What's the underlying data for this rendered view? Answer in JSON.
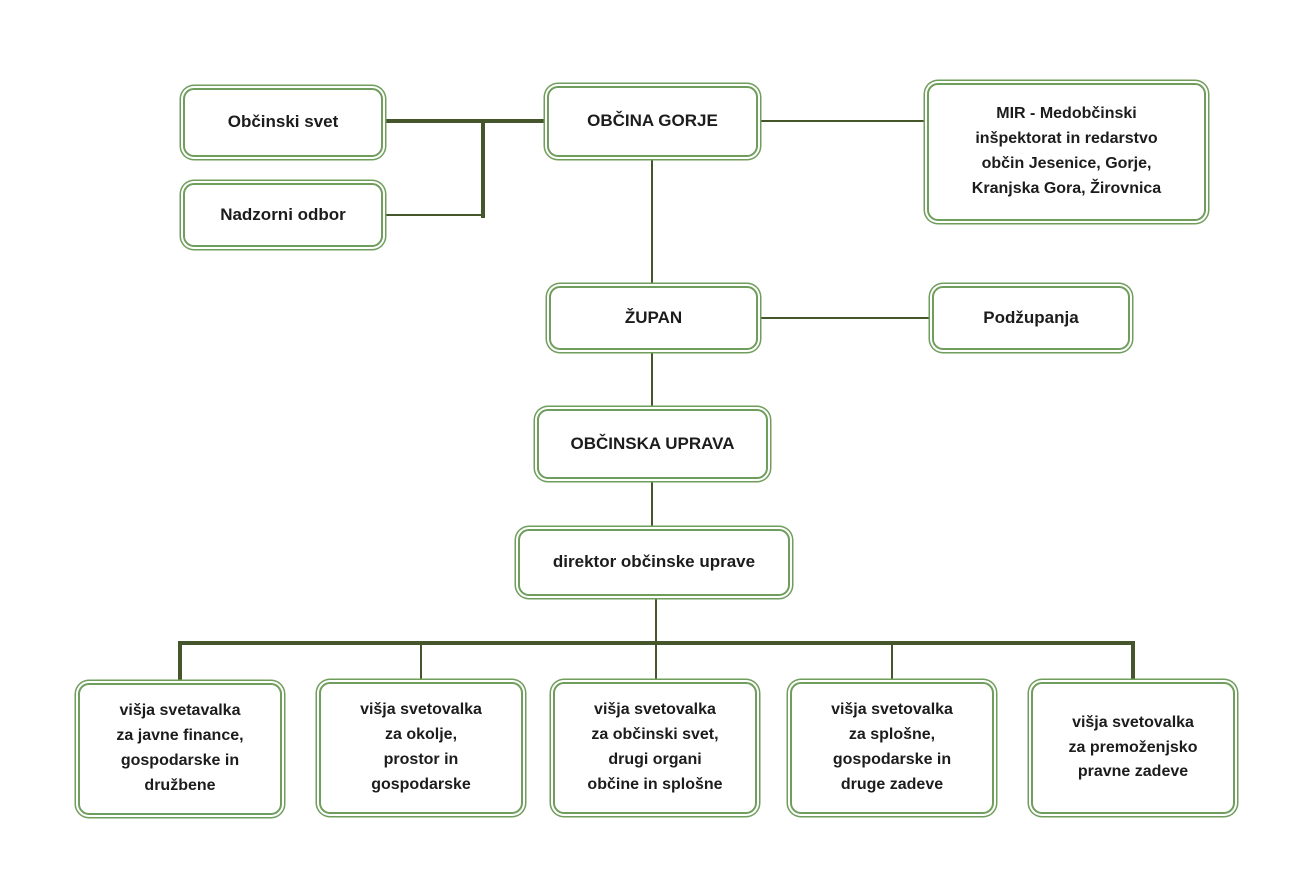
{
  "diagram": {
    "type": "org-chart",
    "organization": "Občina Gorje",
    "colors": {
      "box_border": "#6f9d5b",
      "connector_line": "#45562c",
      "text": "#1c1c1c",
      "background": "#ffffff"
    },
    "nodes": {
      "obcinski_svet": {
        "label": "Občinski svet"
      },
      "nadzorni_odbor": {
        "label": "Nadzorni odbor"
      },
      "obcina_gorje": {
        "label": "OBČINA GORJE"
      },
      "mir": {
        "label": "MIR - Medobčinski\ninšpektorat in redarstvo\nobčin Jesenice, Gorje,\nKranjska Gora, Žirovnica"
      },
      "zupan": {
        "label": "ŽUPAN"
      },
      "podzupanja": {
        "label": "Podžupanja"
      },
      "obcinska_uprava": {
        "label": "OBČINSKA UPRAVA"
      },
      "direktor_obcinske_uprave": {
        "label": "direktor občinske uprave"
      },
      "visja_svetavalka_javne_finance": {
        "label": "višja svetavalka\nza javne finance,\ngospodarske in\ndružbene"
      },
      "visja_svetovalka_okolje": {
        "label": "višja svetovalka\nza okolje,\nprostor in\ngospodarske"
      },
      "visja_svetovalka_obcinski_svet": {
        "label": "višja svetovalka\nza občinski svet,\ndrugi organi\nobčine in splošne"
      },
      "visja_svetovalka_splosne": {
        "label": "višja svetovalka\nza splošne,\ngospodarske in\ndruge zadeve"
      },
      "visja_svetovalka_premozenjsko": {
        "label": "višja svetovalka\nza premoženjsko\npravne zadeve"
      }
    },
    "edges": [
      {
        "from": "obcinski_svet",
        "to": "obcina_gorje"
      },
      {
        "from": "nadzorni_odbor",
        "to": "obcina_gorje"
      },
      {
        "from": "obcina_gorje",
        "to": "mir"
      },
      {
        "from": "obcina_gorje",
        "to": "zupan"
      },
      {
        "from": "zupan",
        "to": "podzupanja"
      },
      {
        "from": "zupan",
        "to": "obcinska_uprava"
      },
      {
        "from": "obcinska_uprava",
        "to": "direktor_obcinske_uprave"
      },
      {
        "from": "direktor_obcinske_uprave",
        "to": "visja_svetavalka_javne_finance"
      },
      {
        "from": "direktor_obcinske_uprave",
        "to": "visja_svetovalka_okolje"
      },
      {
        "from": "direktor_obcinske_uprave",
        "to": "visja_svetovalka_obcinski_svet"
      },
      {
        "from": "direktor_obcinske_uprave",
        "to": "visja_svetovalka_splosne"
      },
      {
        "from": "direktor_obcinske_uprave",
        "to": "visja_svetovalka_premozenjsko"
      }
    ]
  }
}
